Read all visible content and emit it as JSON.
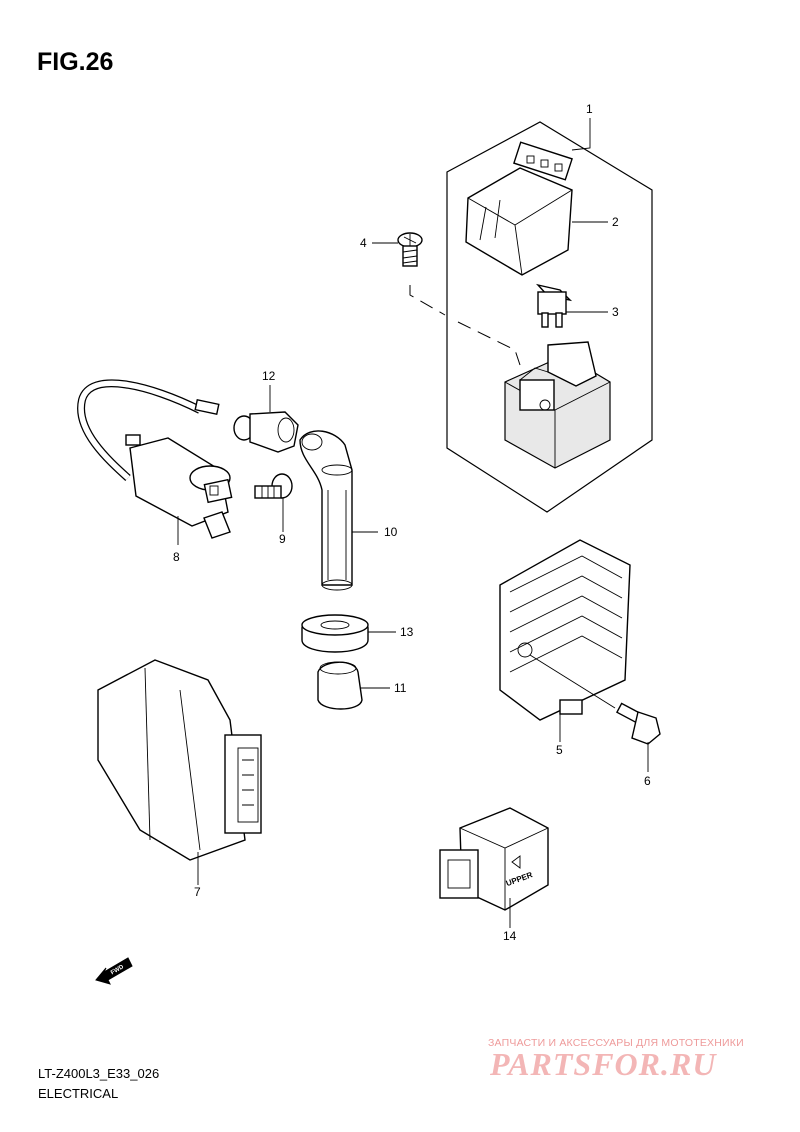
{
  "figure": {
    "title": "FIG.26",
    "code": "LT-Z400L3_E33_026",
    "section": "ELECTRICAL"
  },
  "callouts": [
    "1",
    "2",
    "3",
    "4",
    "5",
    "6",
    "7",
    "8",
    "9",
    "10",
    "11",
    "12",
    "13",
    "14"
  ],
  "markings": {
    "fwd": "FWD",
    "upper": "UPPER"
  },
  "watermark": {
    "tagline": "ЗАПЧАСТИ И АКСЕССУАРЫ ДЛЯ МОТОТЕХНИКИ",
    "logo": "PARTSFOR.RU"
  }
}
